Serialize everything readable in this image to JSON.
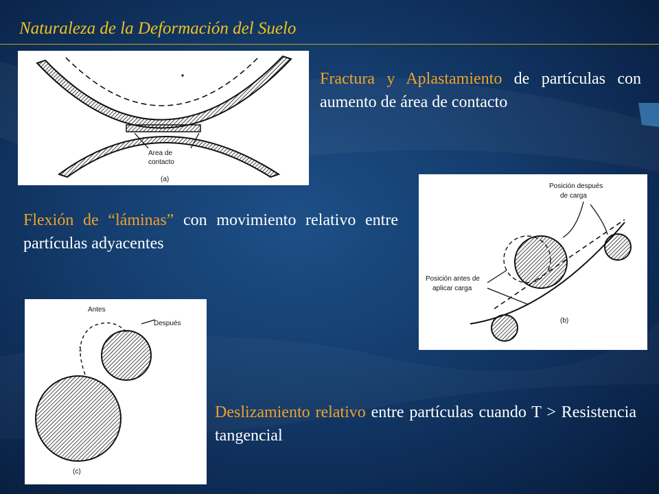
{
  "title": "Naturaleza de la Deformación del Suelo",
  "colors": {
    "title": "#f2c31a",
    "highlight": "#f2a12a",
    "text": "#ffffff",
    "background": "#143d6e"
  },
  "section_a": {
    "highlight": "Fractura y Aplastamiento",
    "text": " de partículas con aumento de área de contacto",
    "figure_labels": [
      "Area de",
      "contacto",
      "(a)"
    ]
  },
  "section_b": {
    "highlight": "Flexión de “láminas”",
    "text": " con movimiento relativo entre partículas adyacentes",
    "figure_labels": [
      "Posición después",
      "de carga",
      "Posición antes de",
      "aplicar carga",
      "(b)"
    ]
  },
  "section_c": {
    "highlight": "Deslizamiento relativo",
    "text": " entre partículas cuando T > Resistencia tangencial",
    "figure_labels": [
      "Antes",
      "Después",
      "1",
      "(c)"
    ]
  }
}
